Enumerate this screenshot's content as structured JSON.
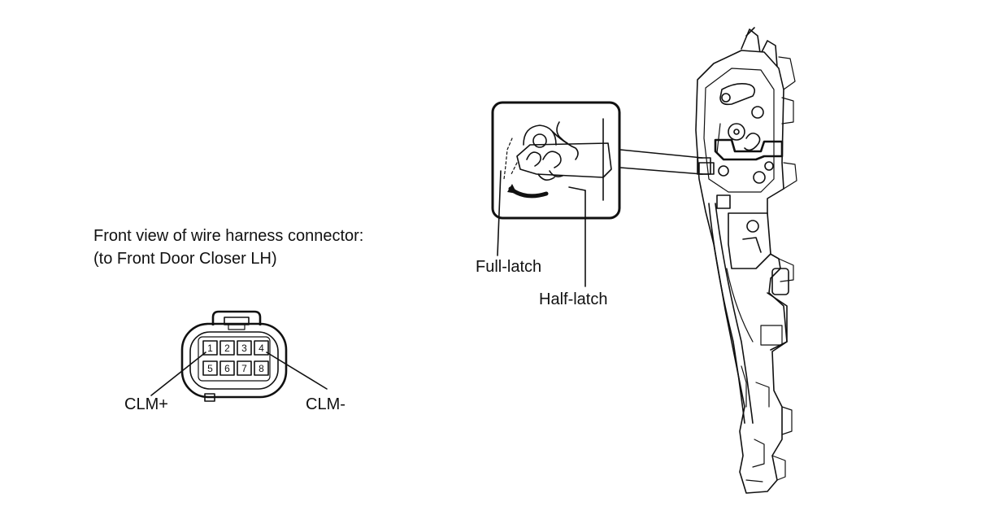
{
  "connector": {
    "caption_line1": "Front view of wire harness connector:",
    "caption_line2": "(to Front Door Closer LH)",
    "pins": [
      "1",
      "2",
      "3",
      "4",
      "5",
      "6",
      "7",
      "8"
    ],
    "label_left": "CLM+",
    "label_right": "CLM-"
  },
  "latch": {
    "label_full": "Full-latch",
    "label_half": "Half-latch"
  }
}
